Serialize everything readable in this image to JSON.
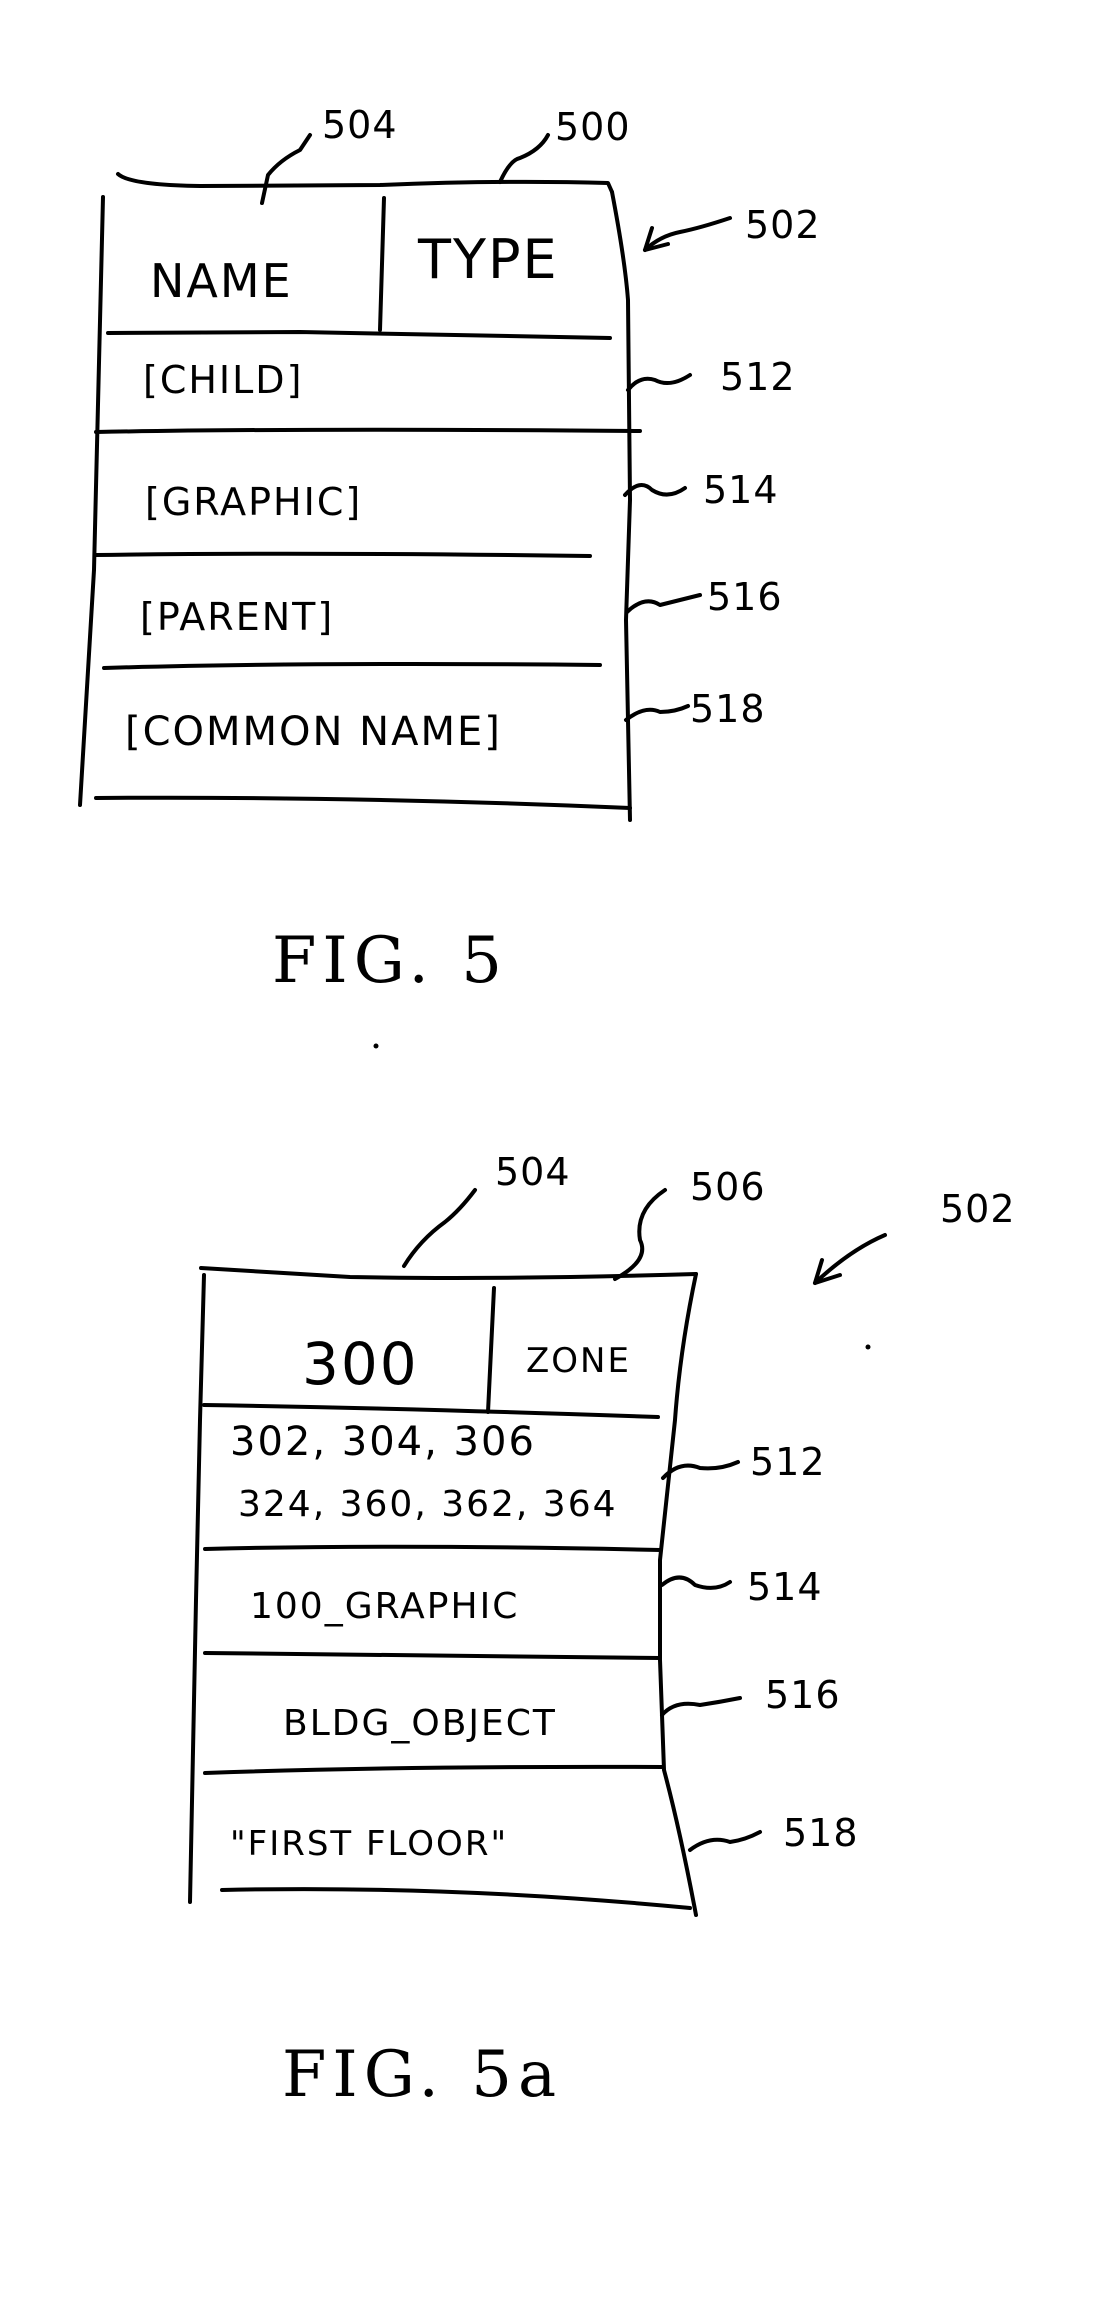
{
  "figures": [
    {
      "id": "fig5",
      "caption": "FIG. 5",
      "record_ref": "502",
      "header": {
        "name": "NAME",
        "type": "TYPE",
        "name_ref": "504",
        "type_ref": "500"
      },
      "rows": [
        {
          "text": "[CHILD]",
          "ref": "512"
        },
        {
          "text": "[GRAPHIC]",
          "ref": "514"
        },
        {
          "text": "[PARENT]",
          "ref": "516"
        },
        {
          "text": "[COMMON NAME]",
          "ref": "518"
        }
      ]
    },
    {
      "id": "fig5a",
      "caption": "FIG. 5a",
      "record_ref": "502",
      "header": {
        "name": "300",
        "type": "ZONE",
        "name_ref": "504",
        "type_ref": "506"
      },
      "rows": [
        {
          "text": "302, 304, 306",
          "text2": "324, 360, 362, 364",
          "ref": "512"
        },
        {
          "text": "100_GRAPHIC",
          "ref": "514"
        },
        {
          "text": "BLDG_OBJECT",
          "ref": "516"
        },
        {
          "text": "\"FIRST FLOOR\"",
          "ref": "518"
        }
      ]
    }
  ]
}
